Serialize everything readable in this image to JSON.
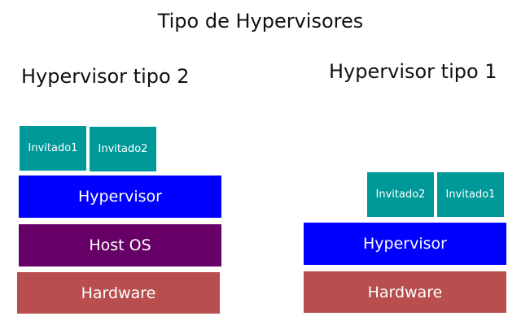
{
  "title": "Tipo de Hypervisores",
  "colors": {
    "guest": "#00999a",
    "hypervisor": "#0000ff",
    "host_os": "#660066",
    "hardware": "#b84e4e"
  },
  "type2": {
    "heading": "Hypervisor tipo 2",
    "guest1": "Invitado1",
    "guest2": "Invitado2",
    "hypervisor": "Hypervisor",
    "host_os": "Host OS",
    "hardware": "Hardware"
  },
  "type1": {
    "heading": "Hypervisor tipo 1",
    "guest2": "Invitado2",
    "guest1": "Invitado1",
    "hypervisor": "Hypervisor",
    "hardware": "Hardware"
  }
}
